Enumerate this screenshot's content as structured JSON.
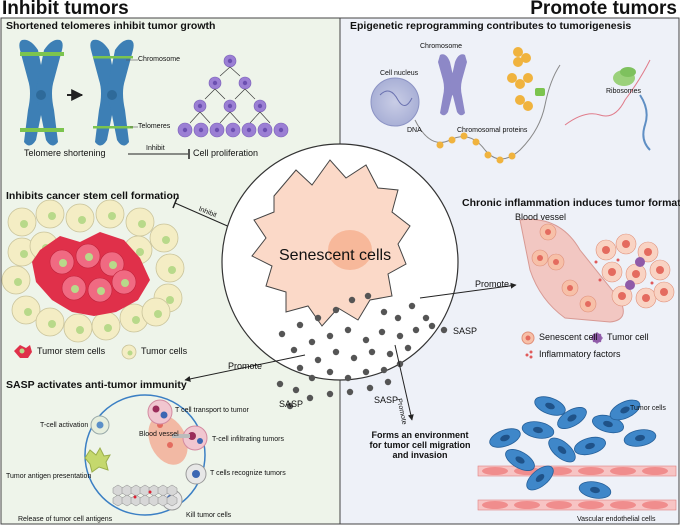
{
  "headers": {
    "left": "Inhibit tumors",
    "right": "Promote tumors"
  },
  "panels": {
    "telomeres": {
      "title": "Shortened telomeres inhibit tumor growth",
      "chromosome": "Chromosome",
      "telomeres": "Telomeres",
      "telomere_shortening": "Telomere shortening",
      "inhibit": "Inhibit",
      "cell_proliferation": "Cell proliferation"
    },
    "stem": {
      "title": "Inhibits cancer stem cell formation",
      "legend_stem": "Tumor stem cells",
      "legend_tumor": "Tumor cells"
    },
    "immunity": {
      "title": "SASP activates anti-tumor immunity",
      "tcell_activation": "T-cell activation",
      "tcell_transport": "T cell transport to tumor",
      "blood_vessel": "Blood vessel",
      "tcell_infiltrating": "T-cell infiltrating tumors",
      "antigen_presentation": "Tumor antigen presentation",
      "tcells_recognize": "T cells recognize tumors",
      "release_antigens": "Release of tumor cell antigens",
      "kill_tumor": "Kill tumor cells"
    },
    "epigenetic": {
      "title": "Epigenetic reprogramming contributes to tumorigenesis",
      "cell_nucleus": "Cell nucleus",
      "chromosome": "Chromosome",
      "dna": "DNA",
      "chromosomal_proteins": "Chromosomal proteins",
      "ribosomes": "Ribosomes"
    },
    "inflammation": {
      "title": "Chronic inflammation induces tumor formation",
      "blood_vessel": "Blood vessel",
      "senescent_cell": "Senescent cell",
      "tumor_cell": "Tumor cell",
      "inflammatory_factors": "Inflammatory factors"
    },
    "environment": {
      "title_line1": "Forms an environment",
      "title_line2": "for tumor cell migration",
      "title_line3": "and invasion",
      "tumor_cells": "Tumor cells",
      "endothelial": "Vascular endothelial cells"
    }
  },
  "center": {
    "label": "Senescent cells",
    "sasp": "SASP"
  },
  "arrows": {
    "inhibit": "Inhibit",
    "promote": "Promote"
  },
  "colors": {
    "left_bg": "#eef4ea",
    "right_bg": "#eef1f8",
    "chromosome": "#3d7fb5",
    "telomere": "#7cc44e",
    "proliferation_cell": "#9b7fd4",
    "tumor_cell": "#f4edc4",
    "stem_cell": "#e0304a",
    "senescent_cell": "#fbd9c8",
    "sasp_dot": "#555555",
    "vessel": "#f2c7c2",
    "endothelial": "#f08d8d",
    "migrating_cell": "#3f87c9"
  }
}
